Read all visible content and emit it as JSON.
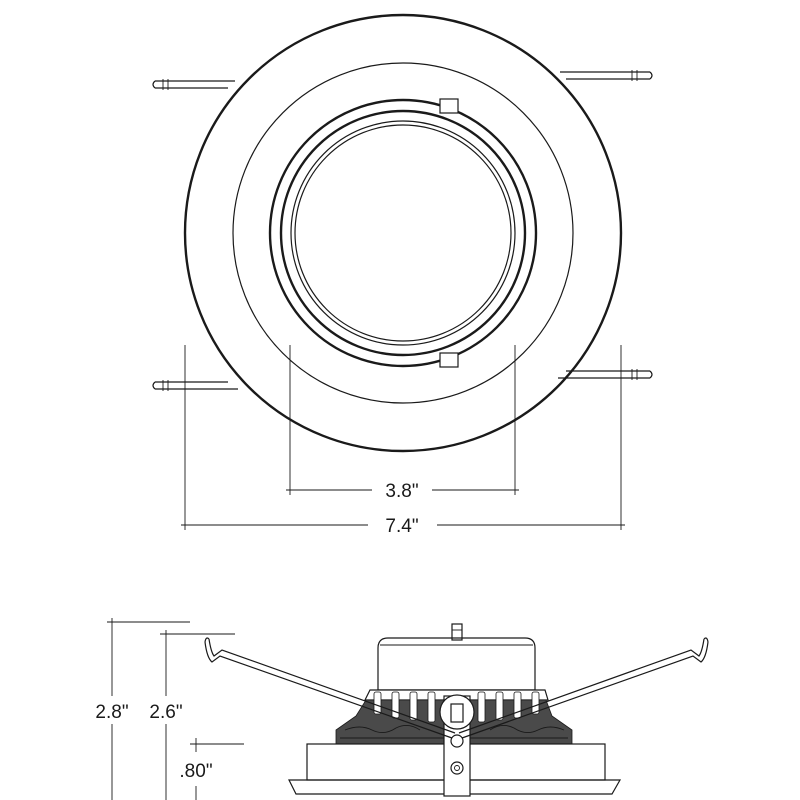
{
  "top_view": {
    "dim_inner": "3.8\"",
    "dim_outer": "7.4\""
  },
  "side_view": {
    "dim_total_height": "2.8\"",
    "dim_body_height": "2.6\"",
    "dim_trim_height": ".80\""
  }
}
